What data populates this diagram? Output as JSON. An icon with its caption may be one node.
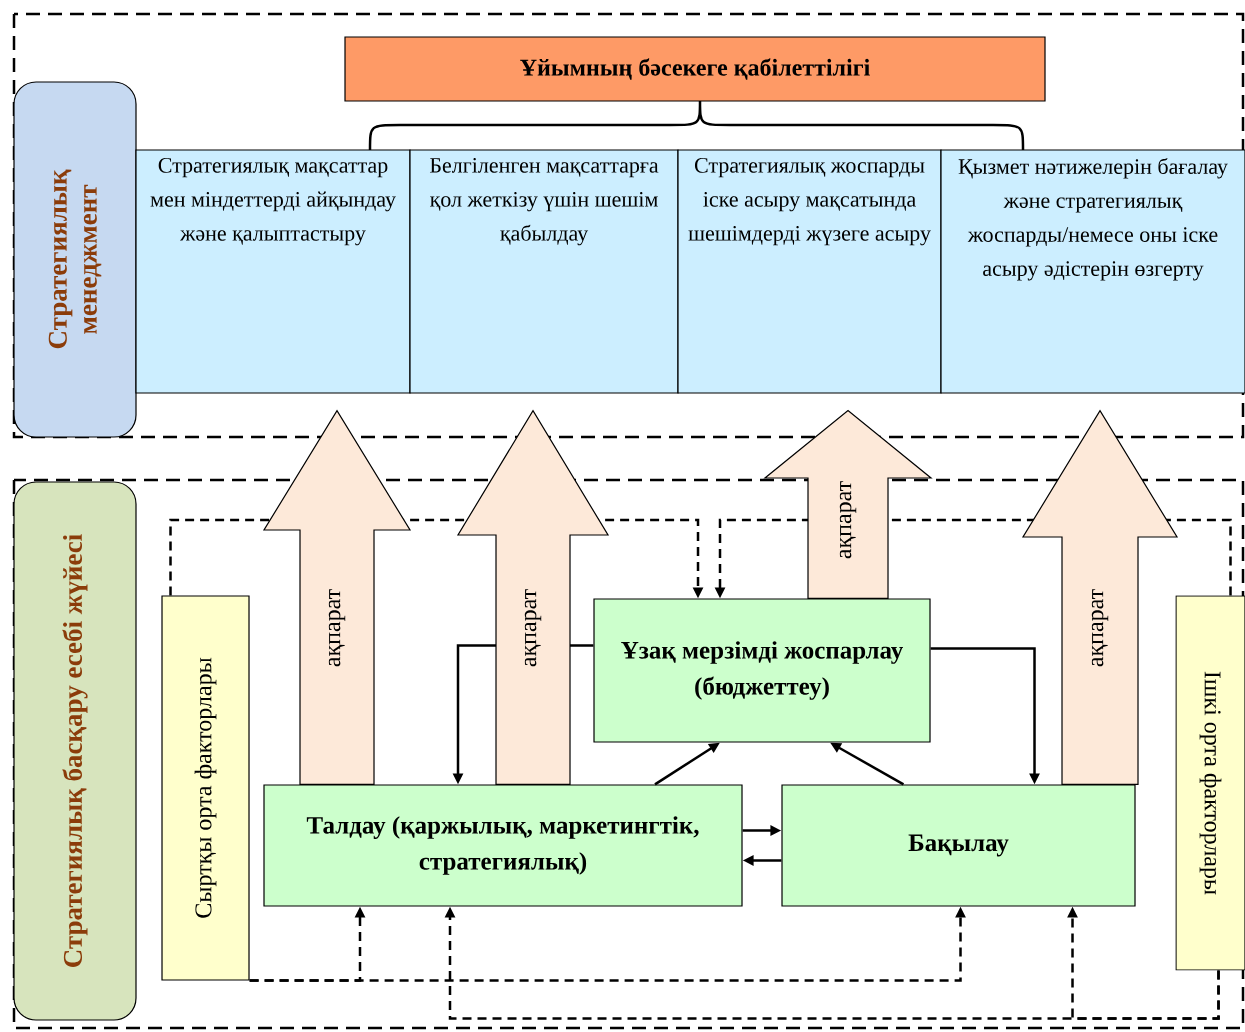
{
  "diagram": {
    "nodes": [
      {
        "text": [
          "Стратегиялық менеджмент"
        ]
      },
      {
        "text": [
          "Ұйымның бәсекеге қабілеттілігі"
        ]
      },
      {
        "text": [
          "Стратегиялық мақсаттар мен міндеттерді айқындау және қалыптастыру"
        ]
      },
      {
        "text": [
          "Белгіленген мақсаттарға қол жеткізу үшін шешім қабылдау"
        ]
      },
      {
        "text": [
          "Стратегиялық жоспарды іске асыру мақсатында шешімдерді жүзеге асыру"
        ]
      },
      {
        "text": [
          "Қызмет нәтижелерін бағалау және стратегиялық жоспарды/немесе оны іске асыру әдістерін өзгерту"
        ]
      },
      {
        "text": [
          "Стратегиялық басқару есебі жүйесі"
        ]
      },
      {
        "text": [
          "Сыртқы орта факторлары"
        ]
      },
      {
        "text": [
          "Ұзақ мерзімді жоспарлау (бюджеттеу)"
        ]
      },
      {
        "text": [
          "Талдау (қаржылық, маркетингтік, стратегиялық)"
        ]
      },
      {
        "text": [
          "Бақылау"
        ]
      },
      {
        "text": [
          "Ішкі орта факторлары"
        ]
      }
    ],
    "edges": [
      {
        "from": 8,
        "to": 9,
        "arrow": "to"
      },
      {
        "from": 8,
        "to": 10,
        "arrow": "to"
      },
      {
        "from": 9,
        "to": 8,
        "arrow": "to"
      },
      {
        "from": 10,
        "to": 8,
        "arrow": "to"
      },
      {
        "from": 9,
        "to": 10,
        "arrow": "to"
      },
      {
        "from": 10,
        "to": 9,
        "arrow": "to"
      },
      {
        "from": 7,
        "to": 8,
        "arrow": "to",
        "style": "dashed"
      },
      {
        "from": 11,
        "to": 8,
        "arrow": "to",
        "style": "dashed"
      },
      {
        "from": 7,
        "to": 9,
        "arrow": "to",
        "style": "dashed"
      },
      {
        "from": 7,
        "to": 10,
        "arrow": "to",
        "style": "dashed"
      },
      {
        "from": 11,
        "to": 9,
        "arrow": "to",
        "style": "dashed"
      },
      {
        "from": 11,
        "to": 10,
        "arrow": "to",
        "style": "dashed"
      },
      {
        "from": 9,
        "to": 2,
        "arrow": "to",
        "label": "ақпарат",
        "style": "thick",
        "color": "#fde9d9"
      },
      {
        "from": 9,
        "to": 3,
        "arrow": "to",
        "label": "ақпарат",
        "style": "thick",
        "color": "#fde9d9"
      },
      {
        "from": 8,
        "to": 4,
        "arrow": "to",
        "label": "ақпарат",
        "style": "thick",
        "color": "#fde9d9"
      },
      {
        "from": 10,
        "to": 5,
        "arrow": "to",
        "label": "ақпарат",
        "style": "thick",
        "color": "#fde9d9"
      }
    ]
  }
}
